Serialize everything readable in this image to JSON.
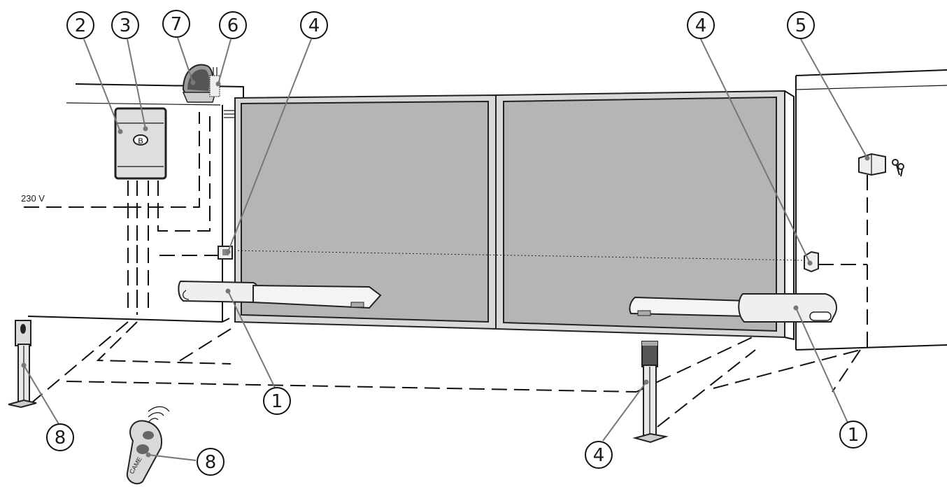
{
  "voltage_label": "230 V",
  "callouts": [
    {
      "id": "c2",
      "label": "2"
    },
    {
      "id": "c3",
      "label": "3"
    },
    {
      "id": "c7",
      "label": "7"
    },
    {
      "id": "c6",
      "label": "6"
    },
    {
      "id": "c4a",
      "label": "4"
    },
    {
      "id": "c4b",
      "label": "4"
    },
    {
      "id": "c5",
      "label": "5"
    },
    {
      "id": "c1a",
      "label": "1"
    },
    {
      "id": "c1b",
      "label": "1"
    },
    {
      "id": "c8a",
      "label": "8"
    },
    {
      "id": "c8b",
      "label": "8"
    },
    {
      "id": "c4c",
      "label": "4"
    }
  ],
  "control_panel_logo": "B",
  "remote_brand": "CAME"
}
